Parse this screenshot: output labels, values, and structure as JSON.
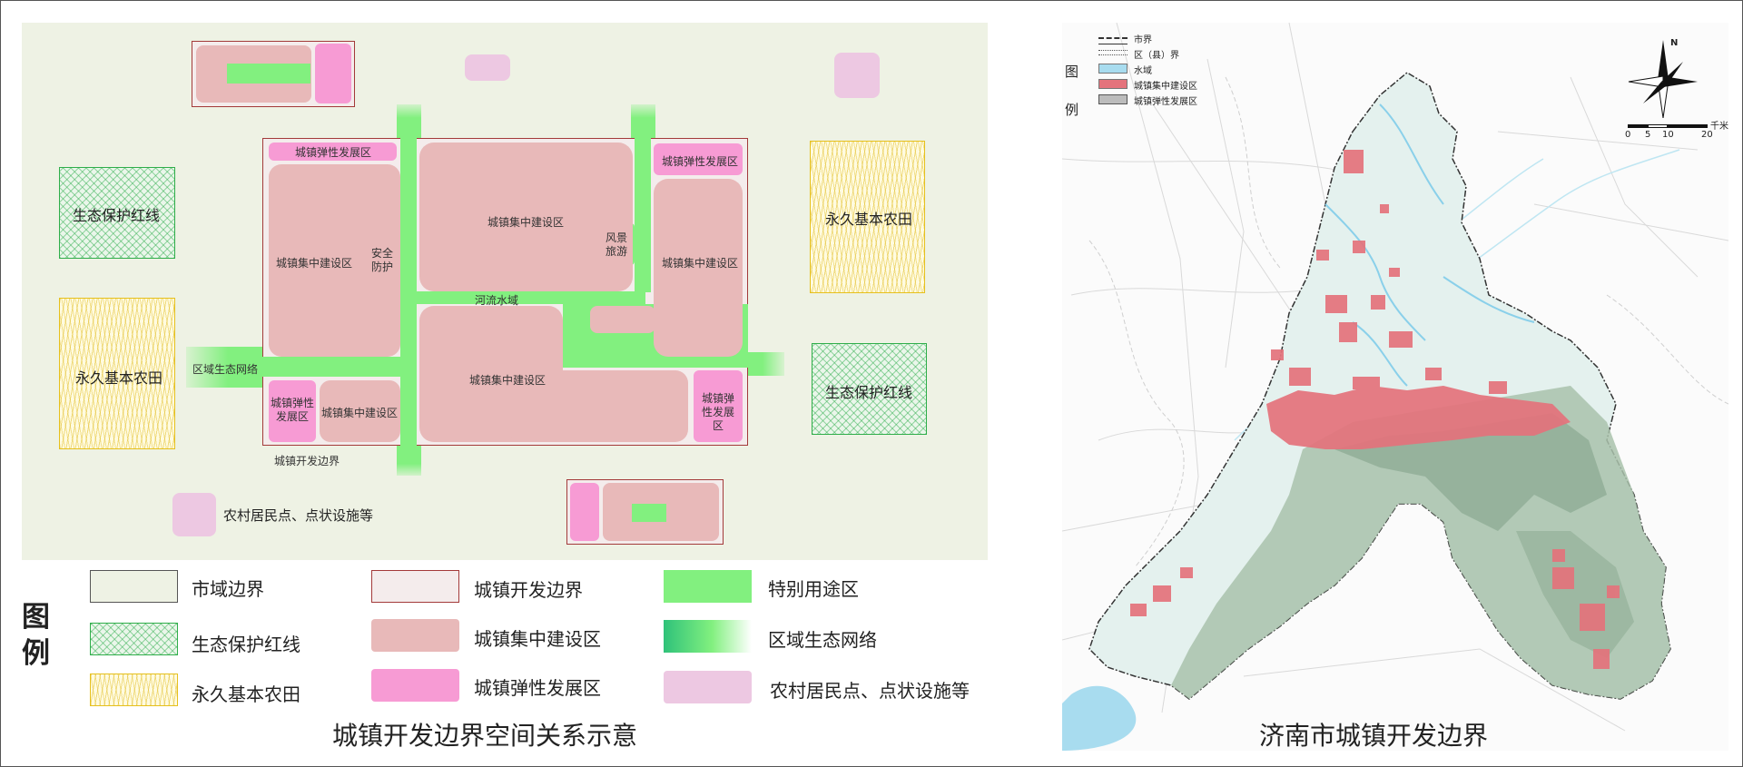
{
  "diagram": {
    "labels": {
      "elastic_top": "城镇弹性发展区",
      "elastic_top_right": "城镇弹性发展区",
      "elastic_bottom_left": "城镇弹性发展区",
      "elastic_bottom_right": "城镇弹性发展区",
      "conc_left": "城镇集中建设区",
      "conc_center_top": "城镇集中建设区",
      "conc_right": "城镇集中建设区",
      "conc_center_bottom": "城镇集中建设区",
      "conc_small": "城镇集中建设区",
      "safety": "安全防护",
      "scenic": "风景旅游",
      "river": "河流水域",
      "regional_eco": "区域生态网络",
      "boundary": "城镇开发边界",
      "eco_left": "生态保护红线",
      "eco_right": "生态保护红线",
      "farm_left": "永久基本农田",
      "farm_right": "永久基本农田",
      "rural": "农村居民点、点状设施等"
    },
    "legend_title": "图例",
    "legend": [
      {
        "key": "city",
        "label": "市域边界"
      },
      {
        "key": "eco",
        "label": "生态保护红线"
      },
      {
        "key": "farm",
        "label": "永久基本农田"
      },
      {
        "key": "devbound",
        "label": "城镇开发边界"
      },
      {
        "key": "conc",
        "label": "城镇集中建设区"
      },
      {
        "key": "elas",
        "label": "城镇弹性发展区"
      },
      {
        "key": "special",
        "label": "特别用途区"
      },
      {
        "key": "regeco",
        "label": "区域生态网络"
      },
      {
        "key": "rural",
        "label": "农村居民点、点状设施等"
      }
    ],
    "caption": "城镇开发边界空间关系示意"
  },
  "map": {
    "legend_title": "图例",
    "legend": [
      {
        "key": "city",
        "label": "市界"
      },
      {
        "key": "district",
        "label": "区（县）界"
      },
      {
        "key": "water",
        "label": "水域"
      },
      {
        "key": "conc",
        "label": "城镇集中建设区"
      },
      {
        "key": "elastic",
        "label": "城镇弹性发展区"
      }
    ],
    "north": "N",
    "scale": {
      "ticks": [
        "0",
        "5",
        "10",
        "20"
      ],
      "unit": "千米"
    },
    "caption": "济南市城镇开发边界"
  },
  "colors": {
    "panel_bg": "#eef2e4",
    "concentrated": "#e8b9b9",
    "elastic": "#f79bd4",
    "special_use": "#82f07f",
    "rural": "#edc8e2",
    "eco_line": "#2fae4a",
    "farmland_line": "#e6c01c",
    "dev_boundary": "#a33a3a"
  }
}
